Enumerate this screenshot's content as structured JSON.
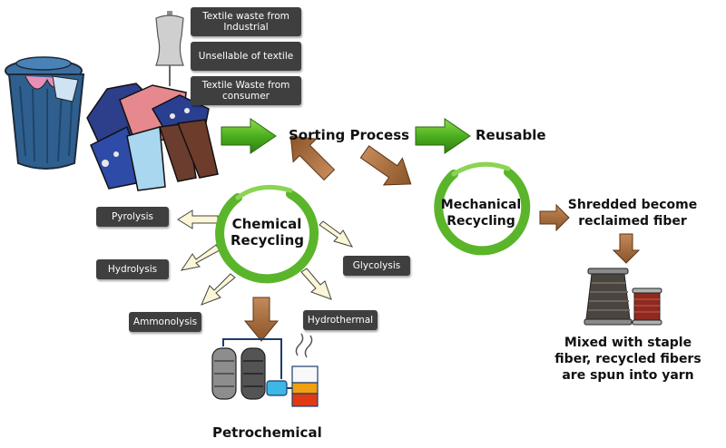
{
  "sources": {
    "industrial": "Textile waste from Industrial",
    "unsellable": "Unsellable of textile",
    "consumer": "Textile Waste from consumer"
  },
  "stages": {
    "sorting": "Sorting Process",
    "reusable": "Reusable"
  },
  "chemical": {
    "line1": "Chemical",
    "line2": "Recycling",
    "methods": {
      "pyrolysis": "Pyrolysis",
      "hydrolysis": "Hydrolysis",
      "ammonolysis": "Ammonolysis",
      "glycolysis": "Glycolysis",
      "hydrothermal": "Hydrothermal"
    },
    "output": "Petrochemical"
  },
  "mechanical": {
    "line1": "Mechanical",
    "line2": "Recycling",
    "step1_line1": "Shredded become",
    "step1_line2": "reclaimed fiber",
    "step2_line1": "Mixed with staple",
    "step2_line2": "fiber, recycled fibers",
    "step2_line3": "are spun into yarn"
  },
  "colors": {
    "green_arrow": "#4caf1e",
    "brown_arrow": "#a06a3a",
    "ring_green": "#5ab52a",
    "tag_bg": "#3f3f3f"
  }
}
